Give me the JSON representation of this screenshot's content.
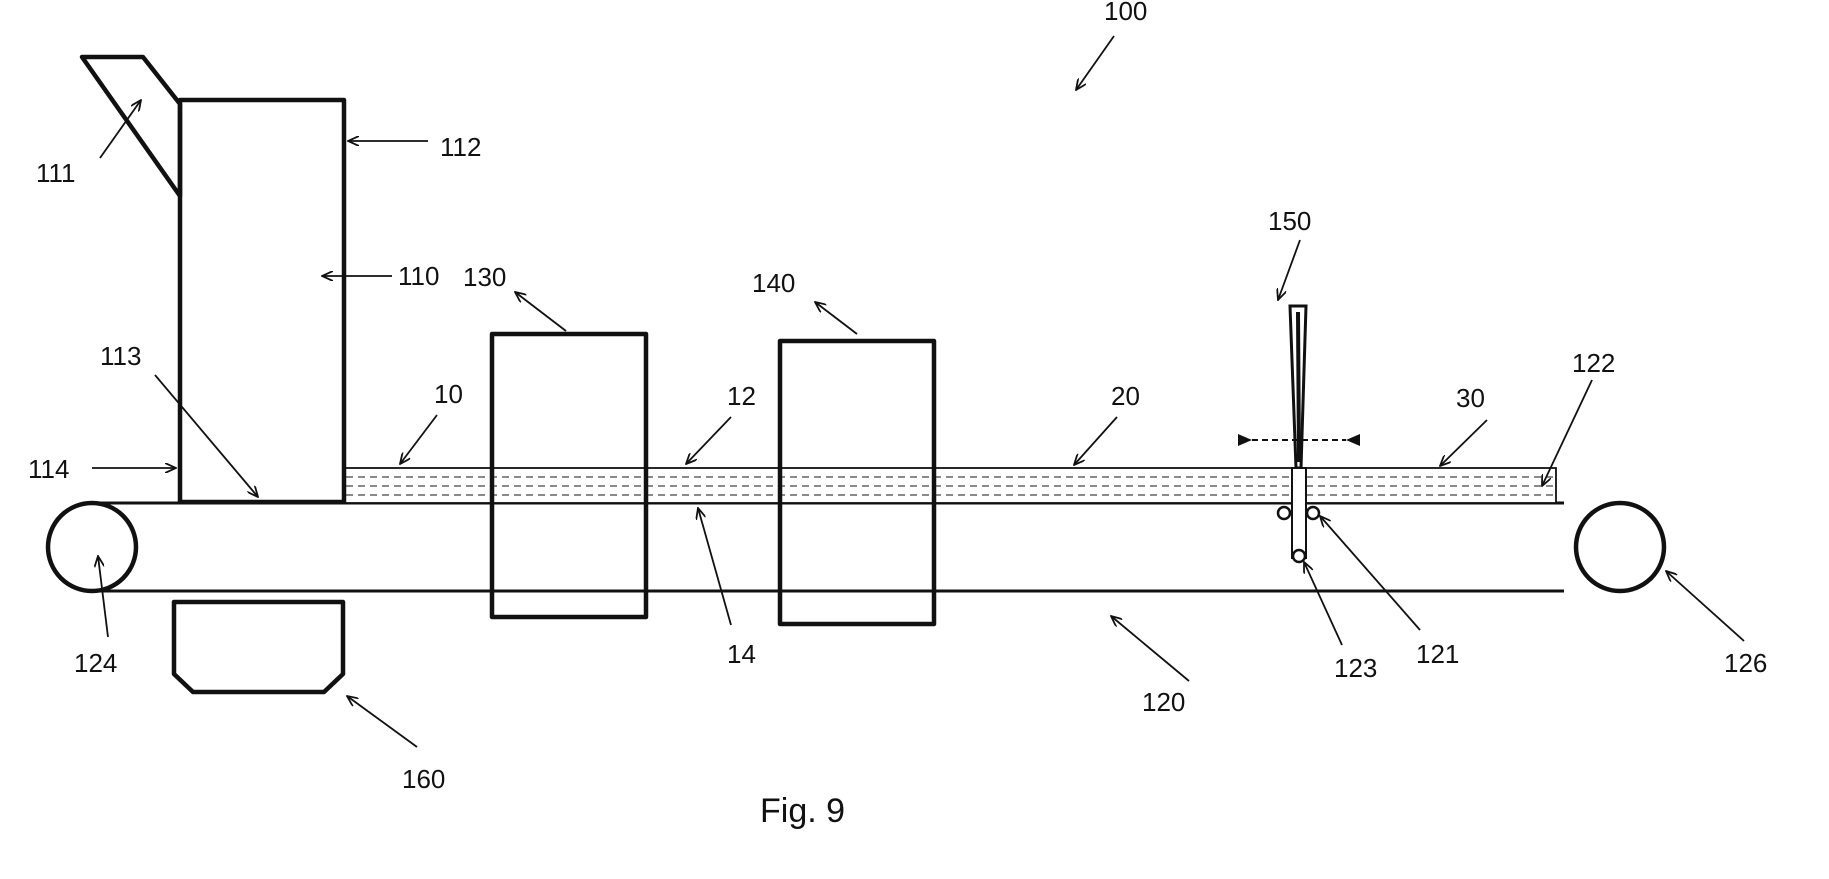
{
  "figure": {
    "caption": "Fig. 9"
  },
  "labels": {
    "n100": "100",
    "n111": "111",
    "n112": "112",
    "n110": "110",
    "n130": "130",
    "n140": "140",
    "n150": "150",
    "n113": "113",
    "n10": "10",
    "n12": "12",
    "n20": "20",
    "n30": "30",
    "n122": "122",
    "n114": "114",
    "n124": "124",
    "n14": "14",
    "n123": "123",
    "n121": "121",
    "n126": "126",
    "n120": "120",
    "n160": "160"
  }
}
